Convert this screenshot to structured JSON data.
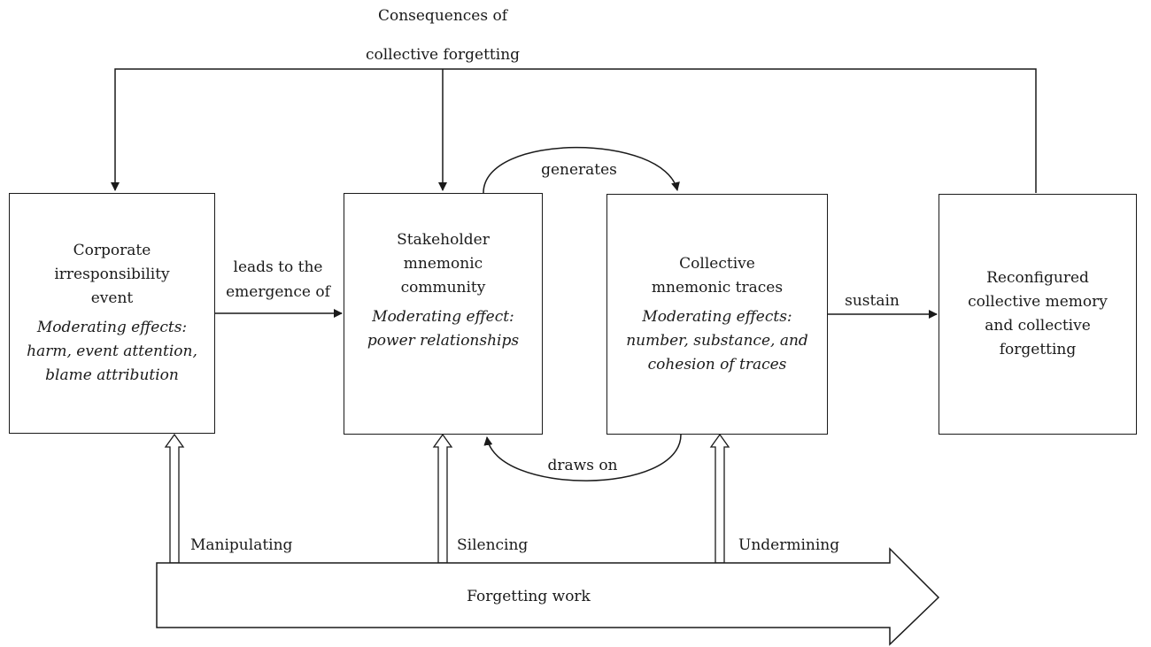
{
  "feedback": {
    "label_line1": "Consequences of",
    "label_line2": "collective forgetting"
  },
  "boxes": [
    {
      "id": "corporate-event",
      "title": [
        "Corporate",
        "irresponsibility",
        "event"
      ],
      "moderating": [
        "Moderating effects:",
        "harm, event attention,",
        "blame attribution"
      ]
    },
    {
      "id": "stakeholder-community",
      "title": [
        "Stakeholder",
        "mnemonic",
        "community"
      ],
      "moderating": [
        "Moderating effect:",
        "power relationships"
      ]
    },
    {
      "id": "collective-traces",
      "title": [
        "Collective",
        "mnemonic traces"
      ],
      "moderating": [
        "Moderating effects:",
        "number, substance, and",
        "cohesion of traces"
      ]
    },
    {
      "id": "reconfigured-memory",
      "title": [
        "Reconfigured",
        "collective memory",
        "and collective",
        "forgetting"
      ],
      "moderating": []
    }
  ],
  "edges": {
    "leads_to_line1": "leads to the",
    "leads_to_line2": "emergence of",
    "generates": "generates",
    "draws_on": "draws on",
    "sustain": "sustain"
  },
  "forgetting_work": {
    "label": "Forgetting work",
    "practices": [
      "Manipulating",
      "Silencing",
      "Undermining"
    ]
  }
}
